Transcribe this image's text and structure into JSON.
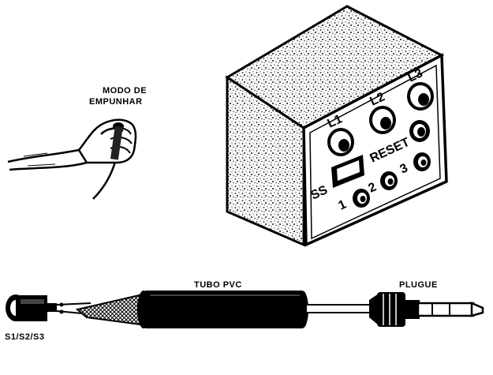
{
  "hand": {
    "caption_line1": "MODO DE",
    "caption_line2": "EMPUNHAR"
  },
  "box": {
    "lamps": [
      "L1",
      "L2",
      "L3"
    ],
    "reset_label": "RESET",
    "switch_label": "SS",
    "buttons": [
      "1",
      "2",
      "3"
    ]
  },
  "cable": {
    "tube_label": "TUBO PVC",
    "plug_label": "PLUGUE",
    "sensor_label": "S1/S2/S3"
  },
  "colors": {
    "ink": "#000000",
    "paper": "#ffffff",
    "speckle": "#111111"
  }
}
